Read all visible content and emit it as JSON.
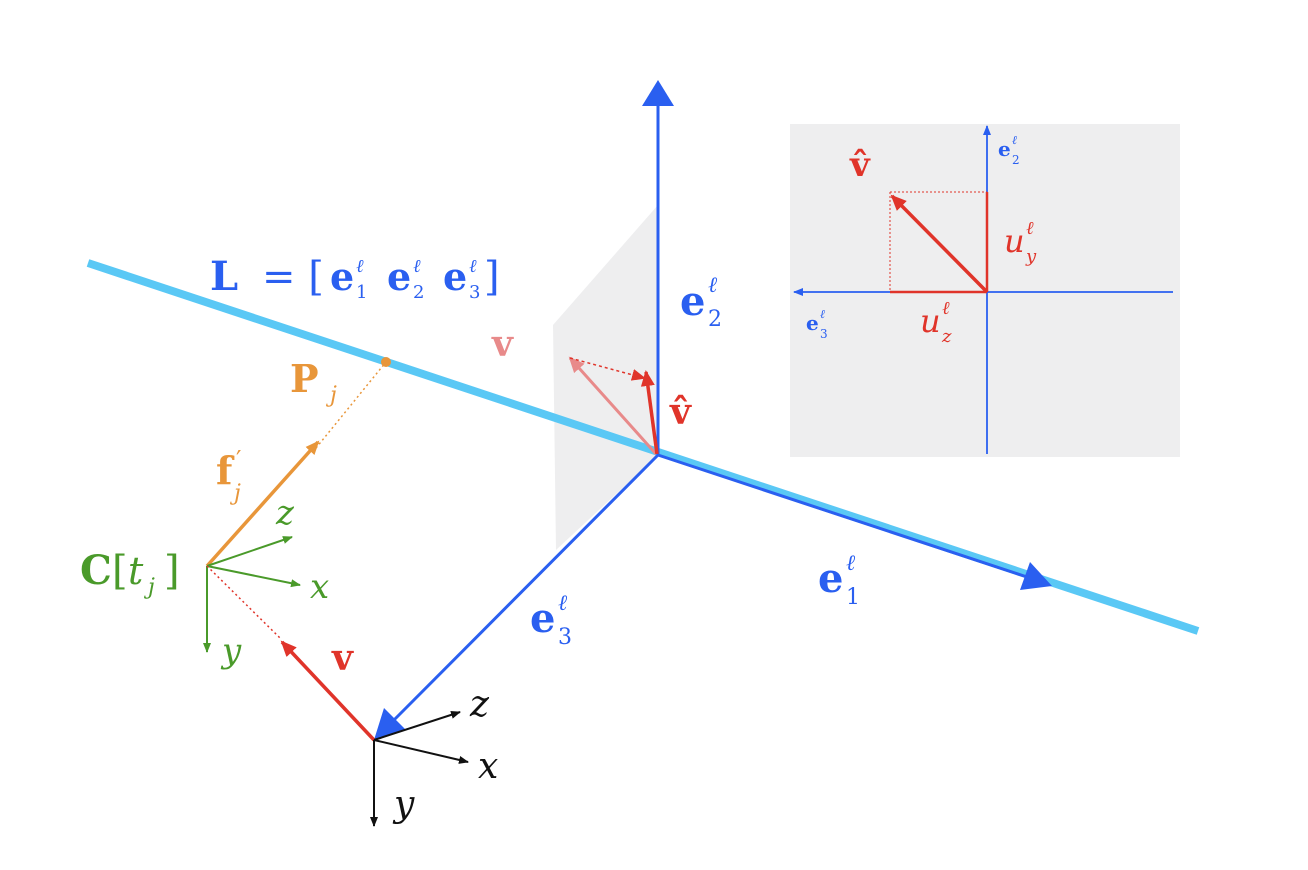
{
  "colors": {
    "blue": "#2a5ff0",
    "cyan": "#5ac8f5",
    "red": "#e0342a",
    "pink": "#e88a8a",
    "orange": "#e8963a",
    "green": "#4a9a2a",
    "black": "#111111",
    "panel_gray": "#eeeeef"
  },
  "labels": {
    "line_L": {
      "L": "L",
      "eq": "= [",
      "e": "e",
      "ell": "ℓ",
      "s1": "1",
      "s2": "2",
      "s3": "3",
      "close": "]"
    },
    "P_j": {
      "main": "P",
      "sub": "j"
    },
    "f_j": {
      "main": "f",
      "prime": "′",
      "sub": "j"
    },
    "C_t": {
      "main": "C",
      "bracket_open": "[",
      "t": "t",
      "sub": "j",
      "bracket_close": "]"
    },
    "cam_green": {
      "z": "z",
      "x": "x",
      "y": "y"
    },
    "cam_black": {
      "z": "z",
      "x": "x",
      "y": "y"
    },
    "v_red": "v",
    "v_pink": "v",
    "v_hat": "v̂",
    "e_main": "e",
    "ell": "ℓ",
    "sub1": "1",
    "sub2": "2",
    "sub3": "3",
    "inset": {
      "v_hat": "v̂",
      "u": "u",
      "sub_y": "y",
      "sub_z": "z"
    }
  }
}
